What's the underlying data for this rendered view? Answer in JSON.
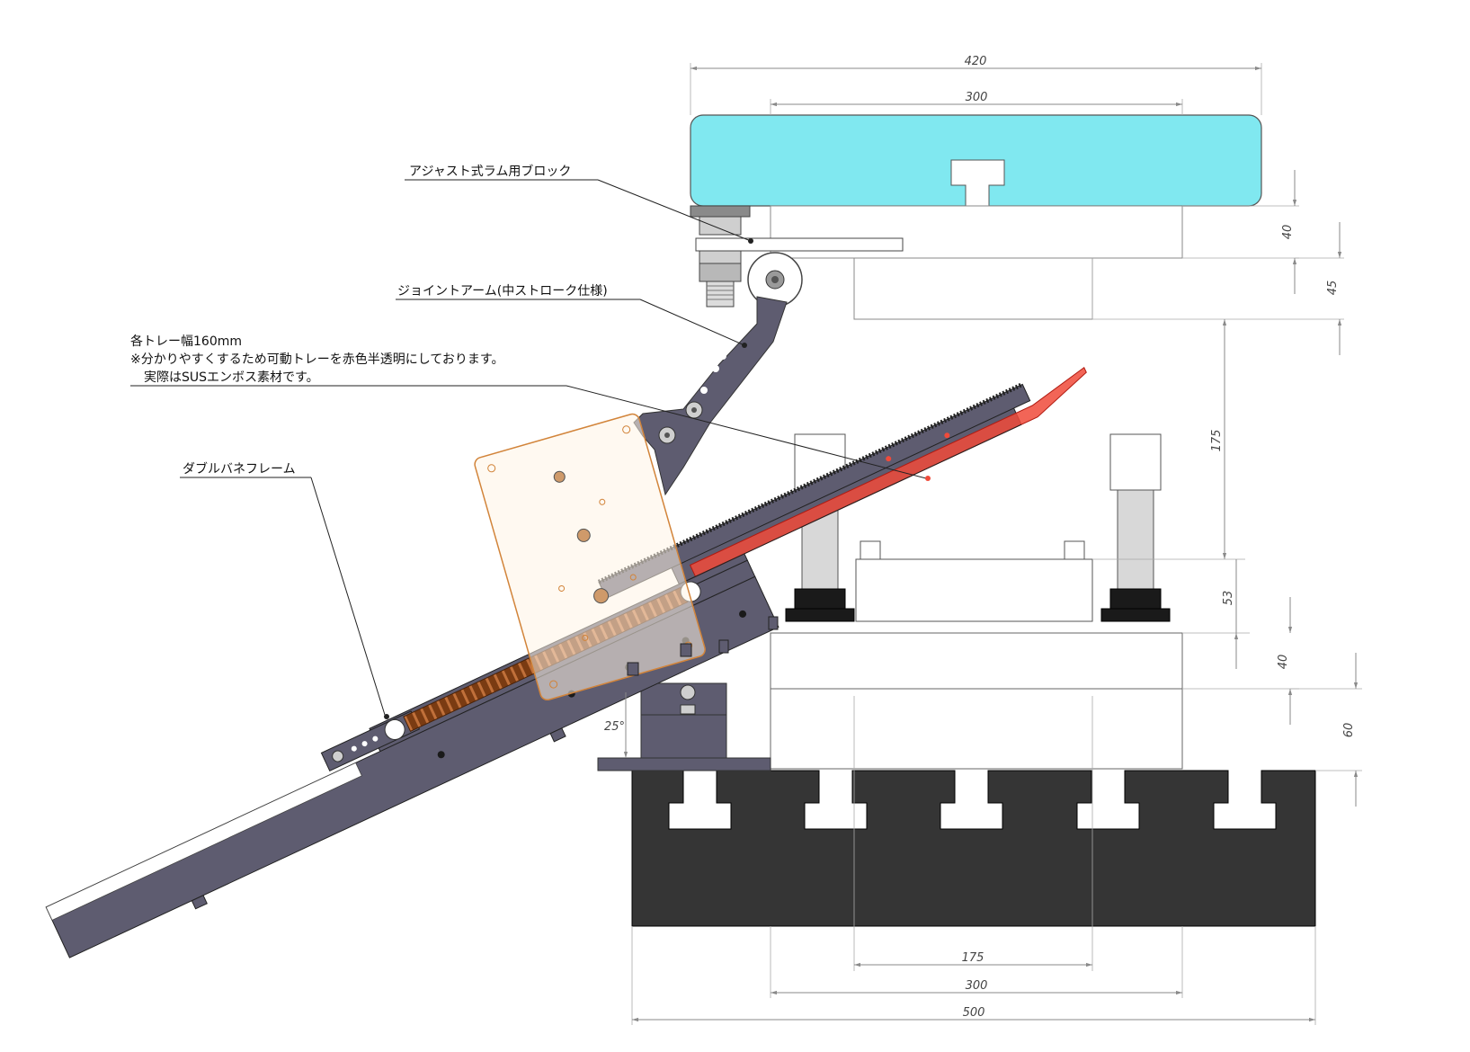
{
  "labels": {
    "ram_block": "アジャスト式ラム用ブロック",
    "joint_arm": "ジョイントアーム(中ストローク仕様)",
    "tray_note_1": "各トレー幅160mm",
    "tray_note_2": "※分かりやすくするため可動トレーを赤色半透明にしております。",
    "tray_note_3": "実際はSUSエンボス素材です。",
    "spring_frame": "ダブルバネフレーム"
  },
  "dimensions": {
    "top_width_420": "420",
    "top_width_300": "300",
    "right_40_top": "40",
    "right_45": "45",
    "stroke_175": "175",
    "right_53": "53",
    "right_40_lower": "40",
    "right_60": "60",
    "bottom_175": "175",
    "bottom_300": "300",
    "bottom_500": "500",
    "angle_25": "25°"
  },
  "colors": {
    "ram_cyan": "#80e8f0",
    "frame_gray": "#5e5c70",
    "tray_red": "#f04a3a",
    "spring_brown": "#8b4513",
    "plate_orange": "#d2843a",
    "base_black": "#353535",
    "block_white": "#ffffff"
  }
}
